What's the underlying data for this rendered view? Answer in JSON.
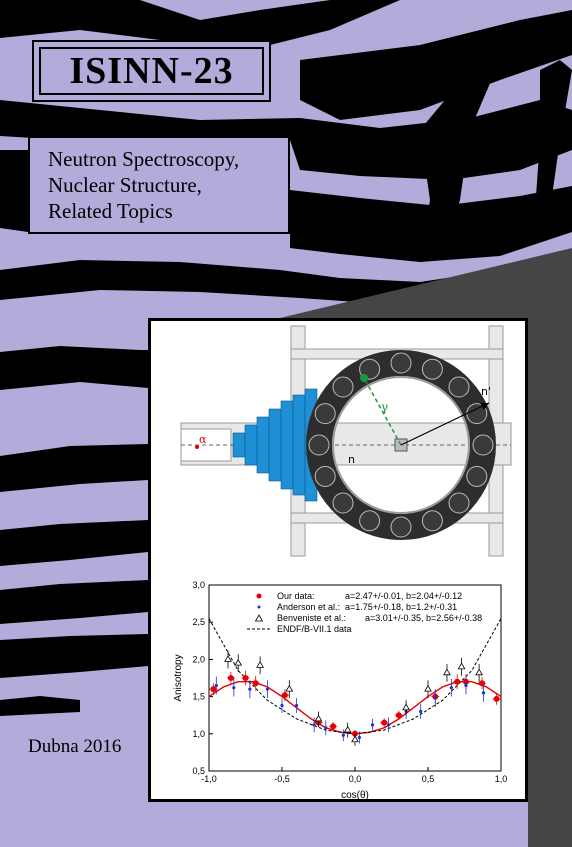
{
  "cover": {
    "title": "ISINN-23",
    "subtitle_lines": [
      "Neutron Spectroscopy,",
      "Nuclear Structure,",
      "Related Topics"
    ],
    "place_year": "Dubna 2016"
  },
  "colors": {
    "background": "#b4abdb",
    "stripes": "#000000",
    "dark_wedge": "#454545",
    "detector_blue": "#1f8fd6",
    "detector_ring": "#2d2d2d",
    "gamma_line": "#1a9a3a",
    "fit_line": "#e60000",
    "our_data": "#e60000",
    "anderson": "#1a33cc"
  },
  "apparatus": {
    "alpha_label": "α",
    "gamma_label": "γ",
    "neutron_label": "n",
    "scattered_label": "n'"
  },
  "chart_data": {
    "type": "scatter",
    "xlabel": "cos(θ)",
    "ylabel": "Anisotropy",
    "xlim": [
      -1.0,
      1.0
    ],
    "ylim": [
      0.5,
      3.0
    ],
    "x_ticks": [
      "-1,0",
      "-0,5",
      "0,0",
      "0,5",
      "1,0"
    ],
    "y_ticks": [
      "0,5",
      "1,0",
      "1,5",
      "2,0",
      "2,5",
      "3,0"
    ],
    "legend_position": "top",
    "series": [
      {
        "name": "Our data:",
        "params": "a=2.47+/-0.01, b=2.04+/-0.12",
        "marker": "filled-circle",
        "x": [
          -0.97,
          -0.85,
          -0.75,
          -0.68,
          -0.48,
          -0.25,
          -0.15,
          0.0,
          0.2,
          0.3,
          0.55,
          0.7,
          0.76,
          0.87,
          0.97
        ],
        "y": [
          1.6,
          1.75,
          1.75,
          1.68,
          1.52,
          1.15,
          1.1,
          1.0,
          1.15,
          1.25,
          1.5,
          1.7,
          1.7,
          1.68,
          1.47
        ],
        "yerr": [
          0.08,
          0.08,
          0.1,
          0.1,
          0.08,
          0.06,
          0.06,
          0.05,
          0.06,
          0.06,
          0.08,
          0.1,
          0.1,
          0.08,
          0.08
        ]
      },
      {
        "name": "Anderson et al.:",
        "params": "a=1.75+/-0.18, b=1.2+/-0.31",
        "marker": "small-dot",
        "x": [
          -0.95,
          -0.83,
          -0.72,
          -0.6,
          -0.5,
          -0.4,
          -0.28,
          -0.2,
          -0.08,
          0.03,
          0.12,
          0.23,
          0.35,
          0.45,
          0.55,
          0.66,
          0.76,
          0.88
        ],
        "y": [
          1.65,
          1.62,
          1.6,
          1.6,
          1.38,
          1.38,
          1.12,
          1.08,
          0.98,
          0.95,
          1.12,
          1.12,
          1.3,
          1.3,
          1.48,
          1.62,
          1.65,
          1.55
        ],
        "yerr": [
          0.12,
          0.12,
          0.12,
          0.12,
          0.1,
          0.1,
          0.1,
          0.1,
          0.08,
          0.08,
          0.08,
          0.1,
          0.1,
          0.1,
          0.12,
          0.12,
          0.12,
          0.12
        ]
      },
      {
        "name": "Benveniste et al.:",
        "params": "a=3.01+/-0.35, b=2.56+/-0.38",
        "marker": "open-triangle",
        "x": [
          -0.87,
          -0.8,
          -0.65,
          -0.45,
          -0.25,
          -0.05,
          0.0,
          0.35,
          0.5,
          0.63,
          0.73,
          0.85
        ],
        "y": [
          2.0,
          1.95,
          1.92,
          1.6,
          1.2,
          1.05,
          0.92,
          1.35,
          1.6,
          1.82,
          1.9,
          1.82
        ],
        "yerr": [
          0.12,
          0.12,
          0.12,
          0.12,
          0.1,
          0.1,
          0.08,
          0.1,
          0.12,
          0.12,
          0.12,
          0.12
        ]
      },
      {
        "name": "ENDF/B-VII.1 data",
        "params": "",
        "marker": "dashed-line",
        "x": [
          -1.0,
          -0.8,
          -0.6,
          -0.4,
          -0.2,
          0.0,
          0.2,
          0.4,
          0.6,
          0.8,
          1.0
        ],
        "y": [
          2.55,
          1.85,
          1.45,
          1.2,
          1.05,
          1.0,
          1.05,
          1.2,
          1.45,
          1.85,
          2.55
        ]
      }
    ],
    "fit_curve": {
      "x": [
        -1.0,
        -0.9,
        -0.8,
        -0.7,
        -0.6,
        -0.5,
        -0.4,
        -0.3,
        -0.2,
        -0.1,
        0.0,
        0.1,
        0.2,
        0.3,
        0.4,
        0.5,
        0.6,
        0.7,
        0.8,
        0.9,
        1.0
      ],
      "y": [
        1.5,
        1.63,
        1.7,
        1.7,
        1.63,
        1.5,
        1.35,
        1.2,
        1.08,
        1.02,
        1.0,
        1.02,
        1.08,
        1.2,
        1.35,
        1.5,
        1.63,
        1.7,
        1.7,
        1.63,
        1.5
      ]
    }
  }
}
